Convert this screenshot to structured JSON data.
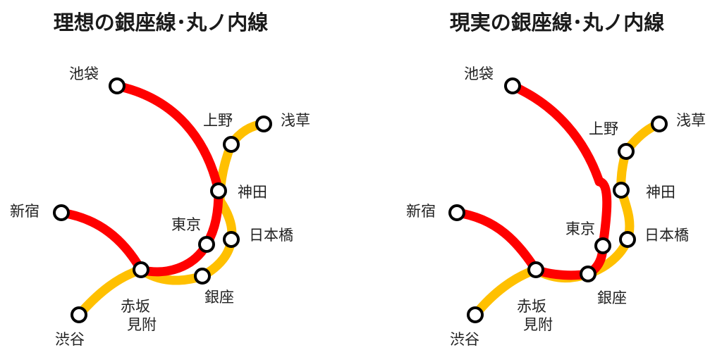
{
  "colors": {
    "ginza": "#FFC000",
    "marunouchi": "#FF0000",
    "station_fill": "#FFFFFF",
    "station_stroke": "#000000"
  },
  "ideal": {
    "title": "理想の銀座線･丸ノ内線",
    "stations": {
      "ikebukuro": "池袋",
      "ueno": "上野",
      "asakusa": "浅草",
      "kanda": "神田",
      "shinjuku": "新宿",
      "tokyo": "東京",
      "nihonbashi": "日本橋",
      "akasaka": "赤坂",
      "mitsuke": "見附",
      "ginza": "銀座",
      "shibuya": "渋谷"
    }
  },
  "real": {
    "title": "現実の銀座線･丸ノ内線",
    "stations": {
      "ikebukuro": "池袋",
      "ueno": "上野",
      "asakusa": "浅草",
      "kanda": "神田",
      "shinjuku": "新宿",
      "tokyo": "東京",
      "nihonbashi": "日本橋",
      "akasaka": "赤坂",
      "mitsuke": "見附",
      "ginza": "銀座",
      "shibuya": "渋谷"
    }
  }
}
